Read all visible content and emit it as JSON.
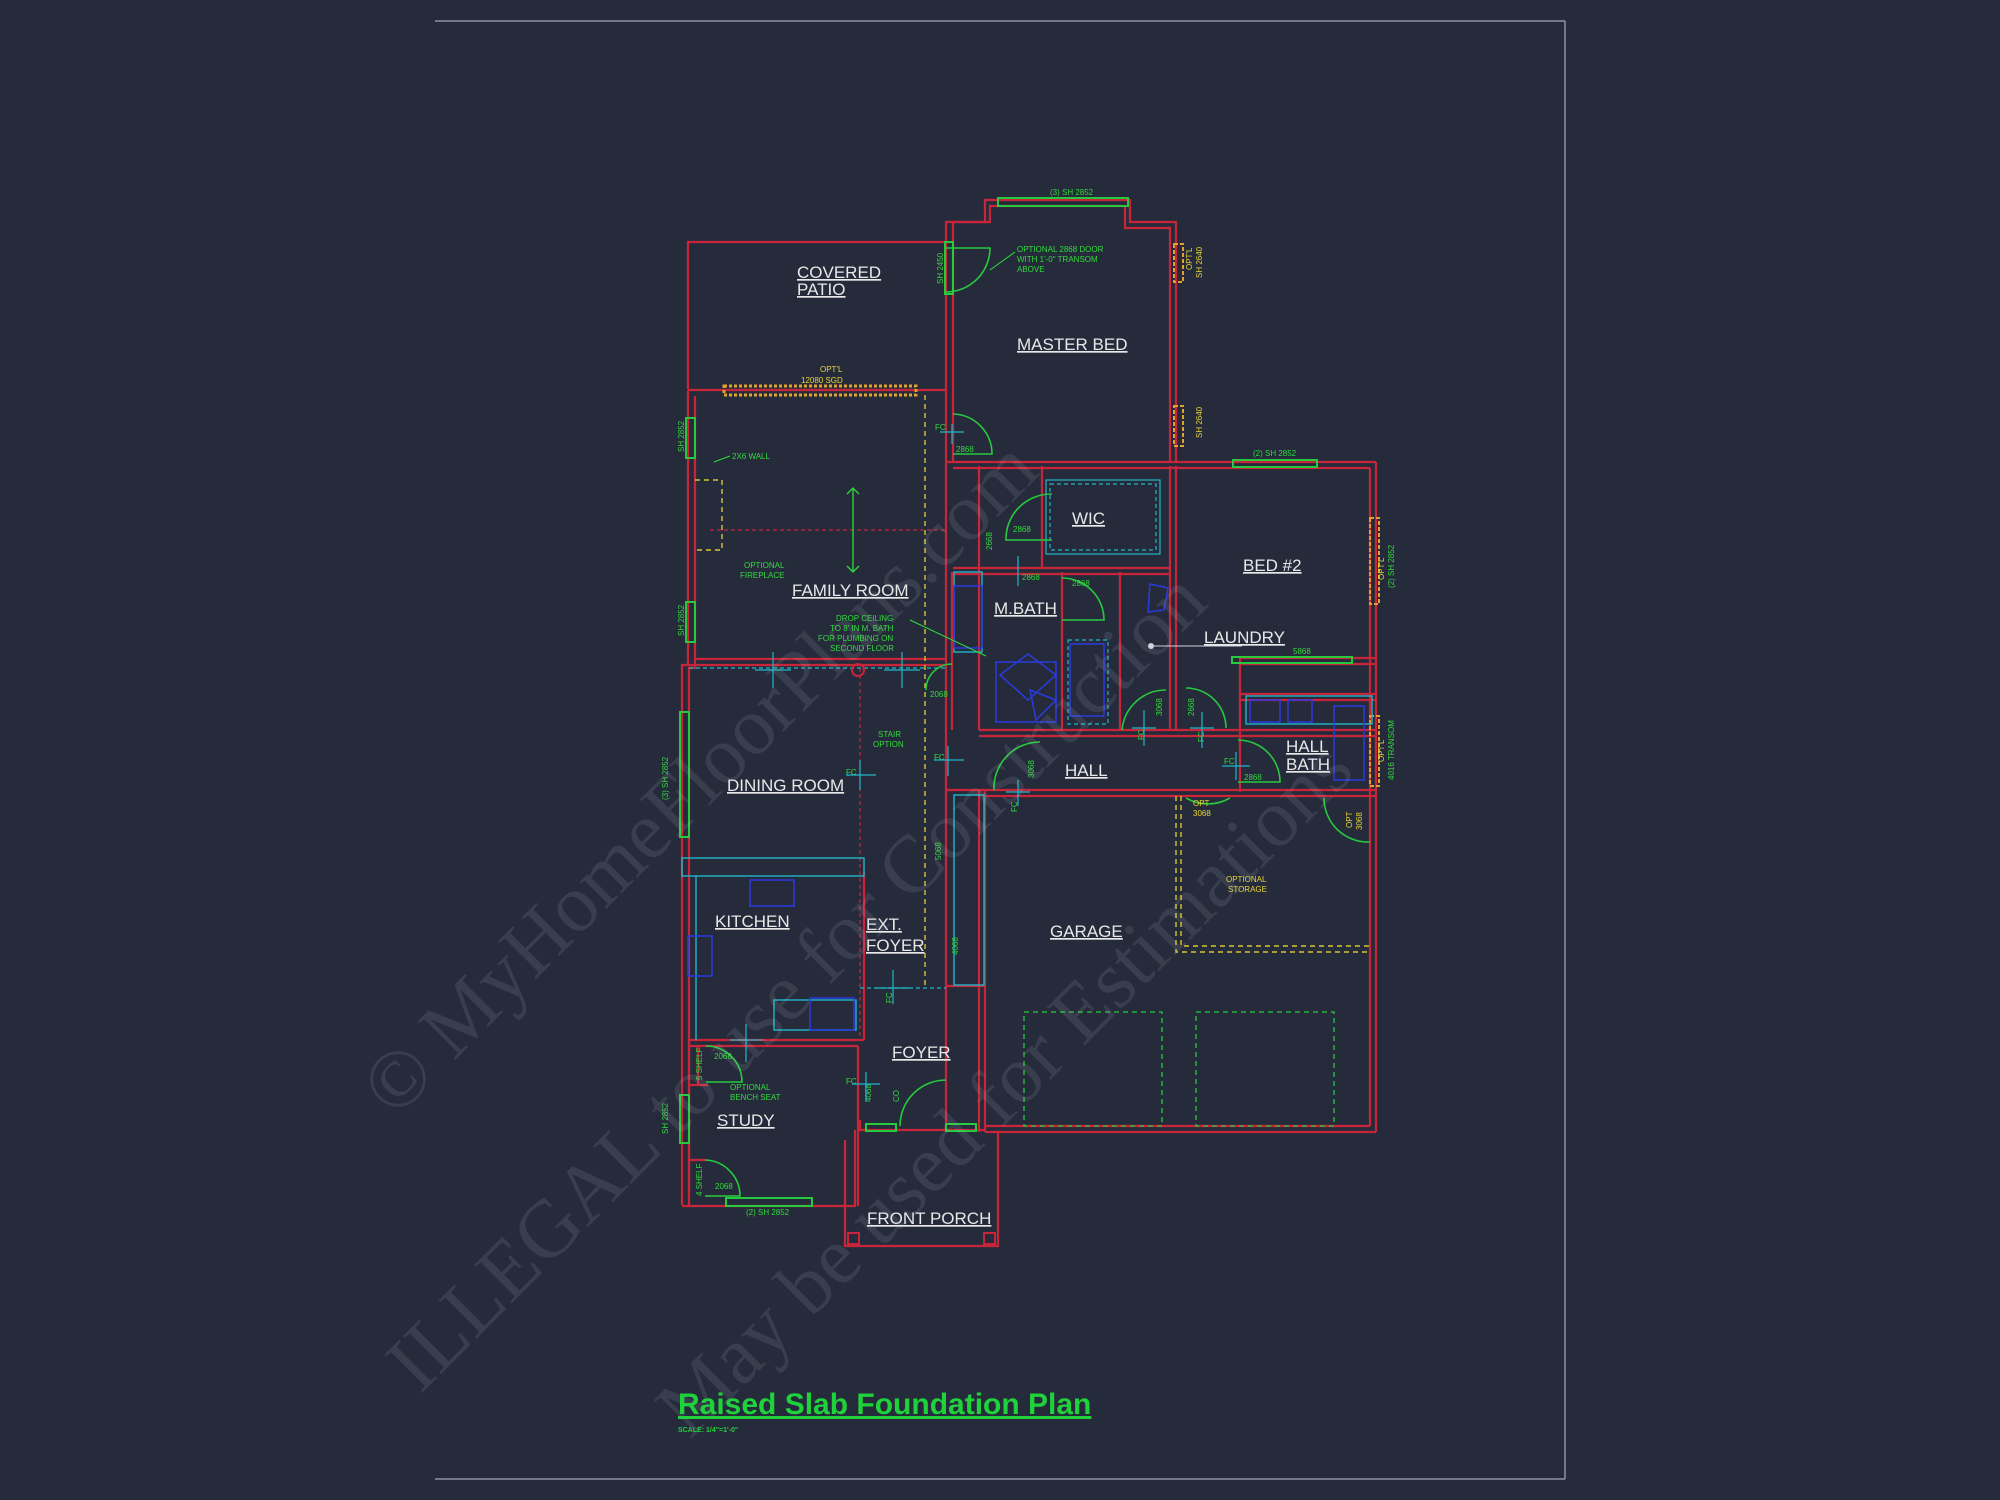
{
  "title": "Raised Slab Foundation Plan",
  "scale": "SCALE:  1/4\"=1'-0\"",
  "watermark": {
    "line1": "© MyHomeFloorPlans.com",
    "line2": "ILLEGAL to use for Construction",
    "line3": "May be used for Estimations"
  },
  "rooms": {
    "covered_patio_1": "COVERED",
    "covered_patio_2": "PATIO",
    "master_bed": "MASTER BED",
    "wic": "WIC",
    "bed2": "BED #2",
    "family_room": "FAMILY ROOM",
    "m_bath": "M.BATH",
    "laundry": "LAUNDRY",
    "dining_room": "DINING ROOM",
    "hall": "HALL",
    "hall_bath_1": "HALL",
    "hall_bath_2": "BATH",
    "kitchen": "KITCHEN",
    "ext_foyer_1": "EXT.",
    "ext_foyer_2": "FOYER",
    "garage": "GARAGE",
    "foyer": "FOYER",
    "study": "STUDY",
    "front_porch": "FRONT PORCH"
  },
  "notes": {
    "master_top_window": "(3) SH 2852",
    "opt_door_1": "OPTIONAL 2868 DOOR",
    "opt_door_2": "WITH 1'-0\" TRANSOM",
    "opt_door_3": "ABOVE",
    "sh2450": "SH 2450",
    "optl": "OPT'L",
    "sh2640a": "SH 2640",
    "sh2640b": "SH 2640",
    "sgd_1": "OPT'L",
    "sgd_2": "12080 SGD",
    "sh2852_left1": "SH 2852",
    "wall_2x6": "2X6 WALL",
    "fireplace_1": "OPTIONAL",
    "fireplace_2": "FIREPLACE",
    "sh2852_left2": "SH 2852",
    "bed2_window": "(2) SH 2852",
    "bed2_side": "(2) SH 2852",
    "drop_1": "DROP CEILING",
    "drop_2": "TO 8' IN M. BATH",
    "drop_3": "FOR PLUMBING ON",
    "drop_4": "SECOND FLOOR",
    "stair_1": "STAIR",
    "stair_2": "OPTION",
    "dining_window": "(3) SH 2852",
    "transom": "4016 TRANSOM",
    "opt_storage_1": "OPTIONAL",
    "opt_storage_2": "STORAGE",
    "opt3068": "OPT",
    "n3068": "3068",
    "shelf5": "5 SHELF",
    "shelf4": "4 SHELF",
    "bench_1": "OPTIONAL",
    "bench_2": "BENCH SEAT",
    "study_side": "SH 2852",
    "study_bottom": "(2) SH 2852",
    "d2868": "2868",
    "d5868": "5868",
    "d2068": "2068",
    "d3068": "3068",
    "d5068": "5068",
    "d4068": "4068",
    "d2668": "2668",
    "fc": "FC",
    "co": "CO"
  }
}
